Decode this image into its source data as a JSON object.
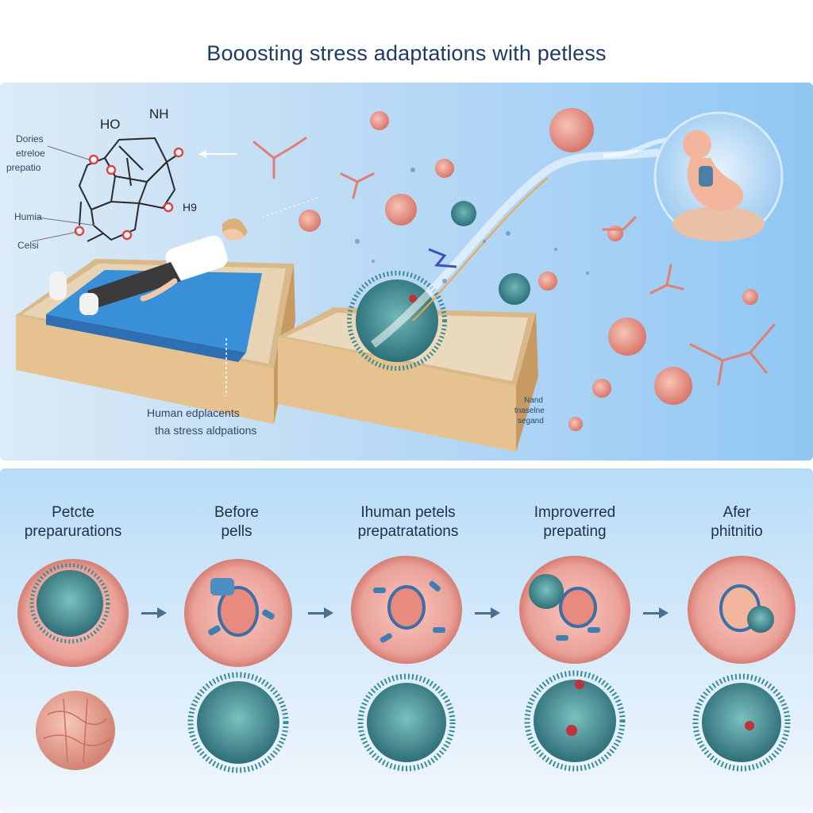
{
  "title": "Booosting stress adaptations with petless",
  "molecule": {
    "label_line1": "Dories",
    "label_line2": "etreloe",
    "label_line3": "prepatio",
    "label_humia": "Humia",
    "label_celsi": "Celsi",
    "atoms": {
      "ho": "HO",
      "nh": "NH",
      "h9": "H9"
    }
  },
  "caption": {
    "line1": "Human edplacents",
    "line2": "tha stress aldpations"
  },
  "side_note": {
    "line1": "Nand",
    "line2": "tnaselne",
    "line3": "segand"
  },
  "stages": [
    {
      "line1": "Petcte",
      "line2": "preparurations"
    },
    {
      "line1": "Before",
      "line2": "pells"
    },
    {
      "line1": "Ihuman petels",
      "line2": "prepatratations"
    },
    {
      "line1": "Improverred",
      "line2": "prepating"
    },
    {
      "line1": "Afer",
      "line2": "phitnitio"
    }
  ],
  "colors": {
    "accent": "#1f3b63",
    "cell_pink": "#e79b93",
    "spiky": "#3f8f96",
    "panel_blue": "#a9d2f5"
  }
}
